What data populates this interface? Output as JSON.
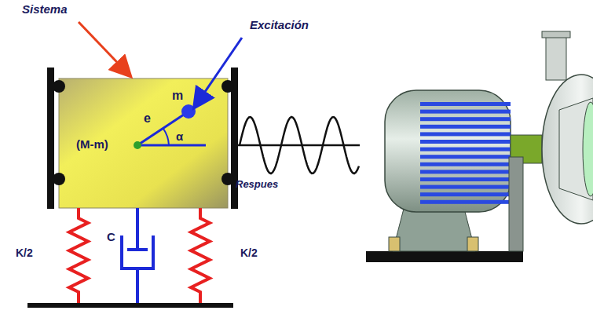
{
  "diagram": {
    "nodes": [
      {
        "text": [
          "(M-m)"
        ]
      }
    ],
    "labels": [
      "Sistema",
      "Excitación",
      "m",
      "e",
      "α",
      "Respues",
      "K/2",
      "C",
      "K/2"
    ]
  }
}
